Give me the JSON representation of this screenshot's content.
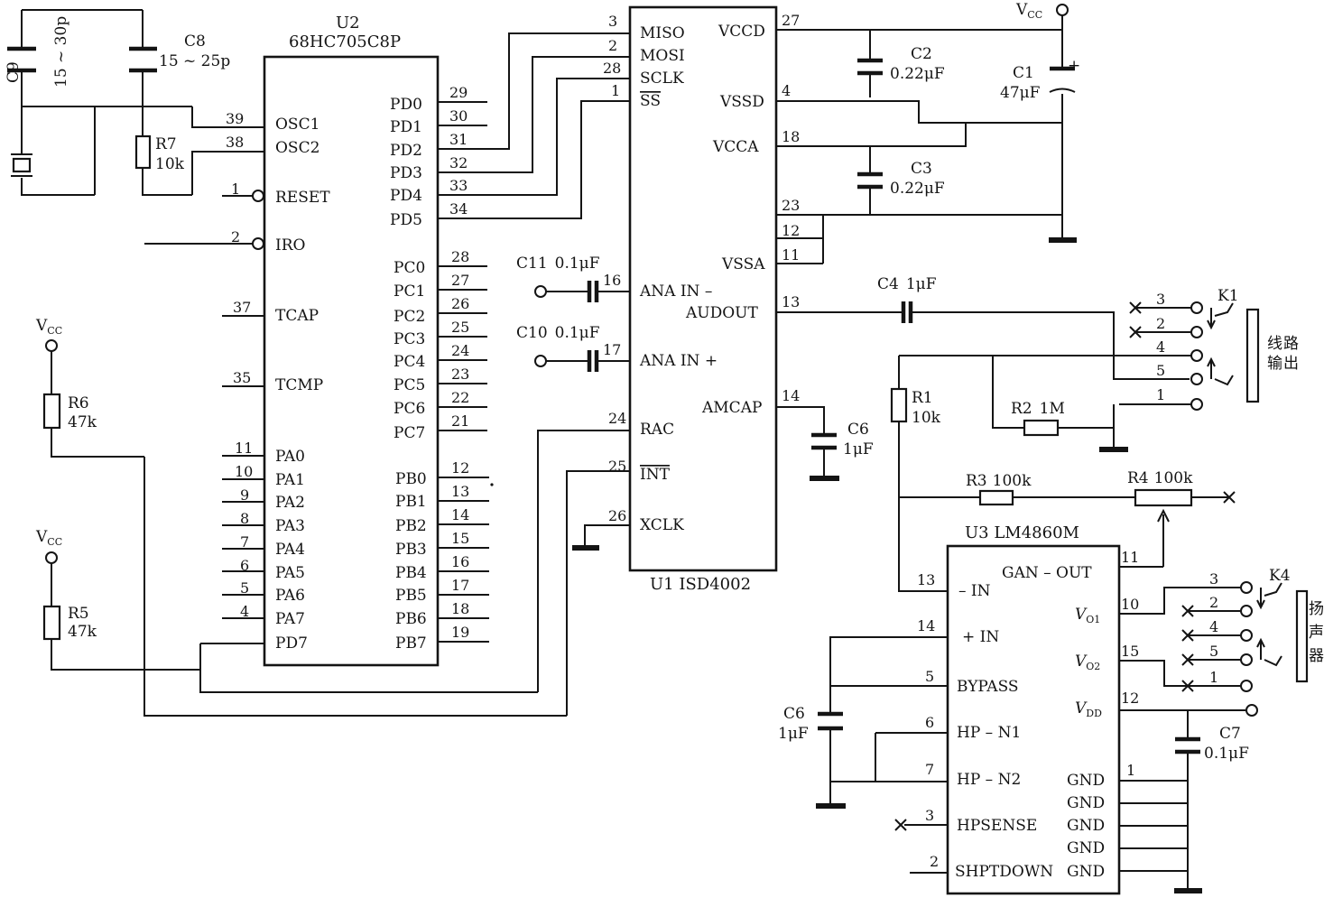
{
  "supply_label": "V",
  "supply_sub": "CC",
  "u2": {
    "designator": "U2",
    "part": "68HC705C8P",
    "left_pins": [
      {
        "n": "39",
        "name": "OSC1"
      },
      {
        "n": "38",
        "name": "OSC2"
      },
      {
        "n": "1",
        "name": "RESET"
      },
      {
        "n": "2",
        "name": "IRO"
      },
      {
        "n": "37",
        "name": "TCAP"
      },
      {
        "n": "35",
        "name": "TCMP"
      },
      {
        "n": "11",
        "name": "PA0"
      },
      {
        "n": "10",
        "name": "PA1"
      },
      {
        "n": "9",
        "name": "PA2"
      },
      {
        "n": "8",
        "name": "PA3"
      },
      {
        "n": "7",
        "name": "PA4"
      },
      {
        "n": "6",
        "name": "PA5"
      },
      {
        "n": "5",
        "name": "PA6"
      },
      {
        "n": "4",
        "name": "PA7"
      },
      {
        "n": "",
        "name": "PD7"
      }
    ],
    "right_pins": [
      {
        "n": "29",
        "name": "PD0"
      },
      {
        "n": "30",
        "name": "PD1"
      },
      {
        "n": "31",
        "name": "PD2"
      },
      {
        "n": "32",
        "name": "PD3"
      },
      {
        "n": "33",
        "name": "PD4"
      },
      {
        "n": "34",
        "name": "PD5"
      },
      {
        "n": "28",
        "name": "PC0"
      },
      {
        "n": "27",
        "name": "PC1"
      },
      {
        "n": "26",
        "name": "PC2"
      },
      {
        "n": "25",
        "name": "PC3"
      },
      {
        "n": "24",
        "name": "PC4"
      },
      {
        "n": "23",
        "name": "PC5"
      },
      {
        "n": "22",
        "name": "PC6"
      },
      {
        "n": "21",
        "name": "PC7"
      },
      {
        "n": "12",
        "name": "PB0"
      },
      {
        "n": "13",
        "name": "PB1"
      },
      {
        "n": "14",
        "name": "PB2"
      },
      {
        "n": "15",
        "name": "PB3"
      },
      {
        "n": "16",
        "name": "PB4"
      },
      {
        "n": "17",
        "name": "PB5"
      },
      {
        "n": "18",
        "name": "PB6"
      },
      {
        "n": "19",
        "name": "PB7"
      }
    ]
  },
  "u1": {
    "label": "U1 ISD4002",
    "left_pins": [
      {
        "n": "3",
        "name": "MISO"
      },
      {
        "n": "2",
        "name": "MOSI"
      },
      {
        "n": "28",
        "name": "SCLK"
      },
      {
        "n": "1",
        "name": "SS"
      },
      {
        "n": "16",
        "name": "ANA IN –"
      },
      {
        "n": "17",
        "name": "ANA IN +"
      },
      {
        "n": "24",
        "name": "RAC"
      },
      {
        "n": "25",
        "name": "INT"
      },
      {
        "n": "26",
        "name": "XCLK"
      }
    ],
    "right_pins": [
      {
        "n": "27",
        "name": "VCCD"
      },
      {
        "n": "4",
        "name": "VSSD"
      },
      {
        "n": "18",
        "name": "VCCA"
      },
      {
        "n": "23",
        "name": ""
      },
      {
        "n": "12",
        "name": ""
      },
      {
        "n": "11",
        "name": "VSSA"
      },
      {
        "n": "13",
        "name": "AUDOUT"
      },
      {
        "n": "14",
        "name": "AMCAP"
      }
    ]
  },
  "u3": {
    "label": "U3 LM4860M",
    "left_pins": [
      {
        "n": "13",
        "name": "– IN"
      },
      {
        "n": "14",
        "name": "+ IN"
      },
      {
        "n": "5",
        "name": "BYPASS"
      },
      {
        "n": "6",
        "name": "HP – N1"
      },
      {
        "n": "7",
        "name": "HP – N2"
      },
      {
        "n": "3",
        "name": "HPSENSE"
      },
      {
        "n": "2",
        "name": "SHPTDOWN"
      }
    ],
    "right_pins": [
      {
        "n": "11",
        "name": "GAN – OUT"
      },
      {
        "n": "10",
        "name": "V",
        "sub": "O1"
      },
      {
        "n": "15",
        "name": "V",
        "sub": "O2"
      },
      {
        "n": "12",
        "name": "V",
        "sub": "DD"
      },
      {
        "n": "1",
        "name": "GND"
      },
      {
        "n": "",
        "name": "GND"
      },
      {
        "n": "",
        "name": "GND"
      },
      {
        "n": "",
        "name": "GND"
      },
      {
        "n": "",
        "name": "GND"
      }
    ]
  },
  "components": {
    "C1": {
      "ref": "C1",
      "value": "47μF"
    },
    "C2": {
      "ref": "C2",
      "value": "0.22μF"
    },
    "C3": {
      "ref": "C3",
      "value": "0.22μF"
    },
    "C4": {
      "ref": "C4",
      "value": "1μF"
    },
    "C6a": {
      "ref": "C6",
      "value": "1μF"
    },
    "C6b": {
      "ref": "C6",
      "value": "1μF"
    },
    "C7": {
      "ref": "C7",
      "value": "0.1μF"
    },
    "C8": {
      "ref": "C8",
      "value": "15 ~ 25p"
    },
    "C9": {
      "ref": "C9",
      "value": "15 ~ 30p"
    },
    "C10": {
      "ref": "C10",
      "value": "0.1μF"
    },
    "C11": {
      "ref": "C11",
      "value": "0.1μF"
    },
    "R1": {
      "ref": "R1",
      "value": "10k"
    },
    "R2": {
      "ref": "R2",
      "value": "1M"
    },
    "R3": {
      "ref": "R3",
      "value": "100k"
    },
    "R4": {
      "ref": "R4",
      "value": "100k"
    },
    "R5": {
      "ref": "R5",
      "value": "47k"
    },
    "R6": {
      "ref": "R6",
      "value": "47k"
    },
    "R7": {
      "ref": "R7",
      "value": "10k"
    }
  },
  "jacks": {
    "K1": {
      "ref": "K1",
      "pins": [
        "3",
        "2",
        "4",
        "5",
        "1"
      ],
      "caption_chars": [
        "线",
        "路",
        "输",
        "出"
      ]
    },
    "K4": {
      "ref": "K4",
      "pins": [
        "3",
        "2",
        "4",
        "5",
        "1"
      ],
      "caption_chars": [
        "扬",
        "声",
        "器"
      ]
    }
  }
}
